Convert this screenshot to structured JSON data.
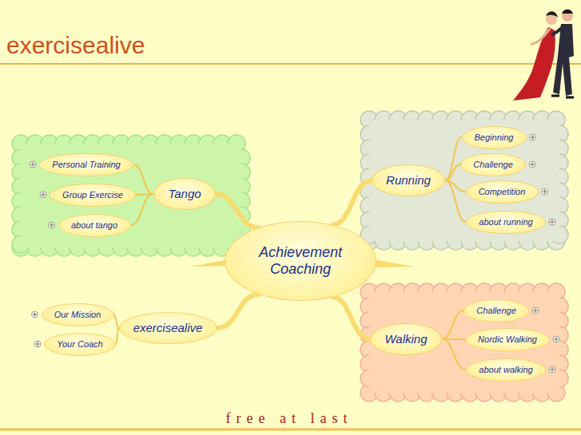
{
  "diagram": {
    "nodes": [
      {
        "text": [
          "Achievement Coaching"
        ]
      },
      {
        "text": [
          "Tango"
        ]
      },
      {
        "text": [
          "Personal Training"
        ]
      },
      {
        "text": [
          "Group Exercise"
        ]
      },
      {
        "text": [
          "about tango"
        ]
      },
      {
        "text": [
          "Running"
        ]
      },
      {
        "text": [
          "Beginning"
        ]
      },
      {
        "text": [
          "Challenge"
        ]
      },
      {
        "text": [
          "Competition"
        ]
      },
      {
        "text": [
          "about running"
        ]
      },
      {
        "text": [
          "exercisealive"
        ]
      },
      {
        "text": [
          "Our Mission"
        ]
      },
      {
        "text": [
          "Your Coach"
        ]
      },
      {
        "text": [
          "Walking"
        ]
      },
      {
        "text": [
          "Challenge"
        ]
      },
      {
        "text": [
          "Nordic Walking"
        ]
      },
      {
        "text": [
          "about walking"
        ]
      }
    ],
    "edges": [
      {
        "from": 0,
        "to": 1,
        "arrow": "none"
      },
      {
        "from": 1,
        "to": 2,
        "arrow": "none"
      },
      {
        "from": 1,
        "to": 3,
        "arrow": "none"
      },
      {
        "from": 1,
        "to": 4,
        "arrow": "none"
      },
      {
        "from": 0,
        "to": 5,
        "arrow": "none"
      },
      {
        "from": 5,
        "to": 6,
        "arrow": "none"
      },
      {
        "from": 5,
        "to": 7,
        "arrow": "none"
      },
      {
        "from": 5,
        "to": 8,
        "arrow": "none"
      },
      {
        "from": 5,
        "to": 9,
        "arrow": "none"
      },
      {
        "from": 0,
        "to": 10,
        "arrow": "none"
      },
      {
        "from": 10,
        "to": 11,
        "arrow": "none"
      },
      {
        "from": 10,
        "to": 12,
        "arrow": "none"
      },
      {
        "from": 0,
        "to": 13,
        "arrow": "none"
      },
      {
        "from": 13,
        "to": 14,
        "arrow": "none"
      },
      {
        "from": 13,
        "to": 15,
        "arrow": "none"
      },
      {
        "from": 13,
        "to": 16,
        "arrow": "none"
      }
    ],
    "labels": [
      "exercisealive",
      "free at last"
    ]
  }
}
